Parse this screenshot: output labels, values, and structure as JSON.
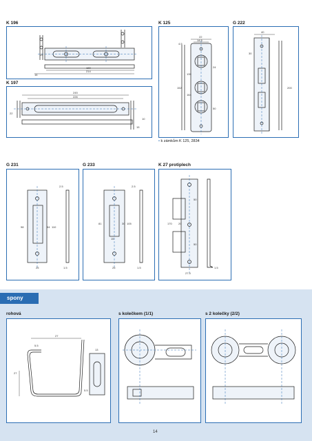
{
  "sections": {
    "k196": {
      "title": "K 196",
      "dims": [
        "25",
        "180",
        "214",
        "16"
      ]
    },
    "k197": {
      "title": "K 197",
      "dims": [
        "245",
        "226",
        "22",
        "15",
        "10"
      ]
    },
    "k125": {
      "title": "K 125",
      "dims": [
        "22",
        "4.5",
        "14.5",
        "139",
        "152",
        "164",
        "24",
        "50"
      ],
      "note": "k zámkům K 125, 2834"
    },
    "g222": {
      "title": "G 222",
      "dims": [
        "40",
        "30",
        "200"
      ]
    },
    "g231": {
      "title": "G 231",
      "dims": [
        "2.5",
        "98",
        "54",
        "110",
        "25",
        "1.5"
      ]
    },
    "g233": {
      "title": "G 233",
      "dims": [
        "2.5",
        "81",
        "30",
        "105",
        "15",
        "25",
        "1.5"
      ]
    },
    "k27": {
      "title": "K 27 protiplech",
      "dims": [
        "170",
        "50",
        "50",
        "20",
        "27.5",
        "1.5"
      ]
    }
  },
  "spony": {
    "tab_label": "spony",
    "rohova": {
      "title": "rohová",
      "dims": [
        "27",
        "5.5",
        "13",
        "27",
        "5.5"
      ]
    },
    "s_koleckem": {
      "title": "s kolečkem (1/1)"
    },
    "s_2_kolecky": {
      "title": "s 2 kolečky (2/2)"
    }
  },
  "page_number": "14",
  "colors": {
    "accent": "#2a6db3",
    "band": "#d6e3f1",
    "drawing": "#1a1a1a"
  }
}
